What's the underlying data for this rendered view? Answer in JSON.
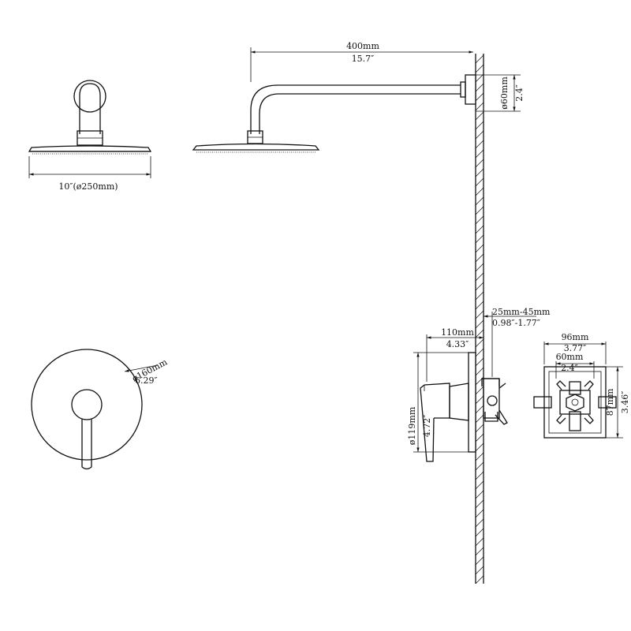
{
  "colors": {
    "line": "#111111",
    "background": "#ffffff"
  },
  "dimensions": {
    "head_diameter": "10″(ø250mm)",
    "arm_length_mm": "400mm",
    "arm_length_in": "15.7″",
    "flange_mm": "ø60mm",
    "flange_in": "2.4″",
    "trim_plate_mm": "ø160mm",
    "trim_plate_in": "6.29″",
    "wall_range_mm": "25mm-45mm",
    "wall_range_in": "0.98″-1.77″",
    "valve_depth_mm": "110mm",
    "valve_depth_in": "4.33″",
    "plate_height_mm": "ø119mm",
    "plate_height_in": "4.72″",
    "box_width_mm": "96mm",
    "box_width_in": "3.77″",
    "box_inner_mm": "60mm",
    "box_inner_in": "2.4″",
    "box_height_mm": "87mm",
    "box_height_in": "3.46″"
  }
}
